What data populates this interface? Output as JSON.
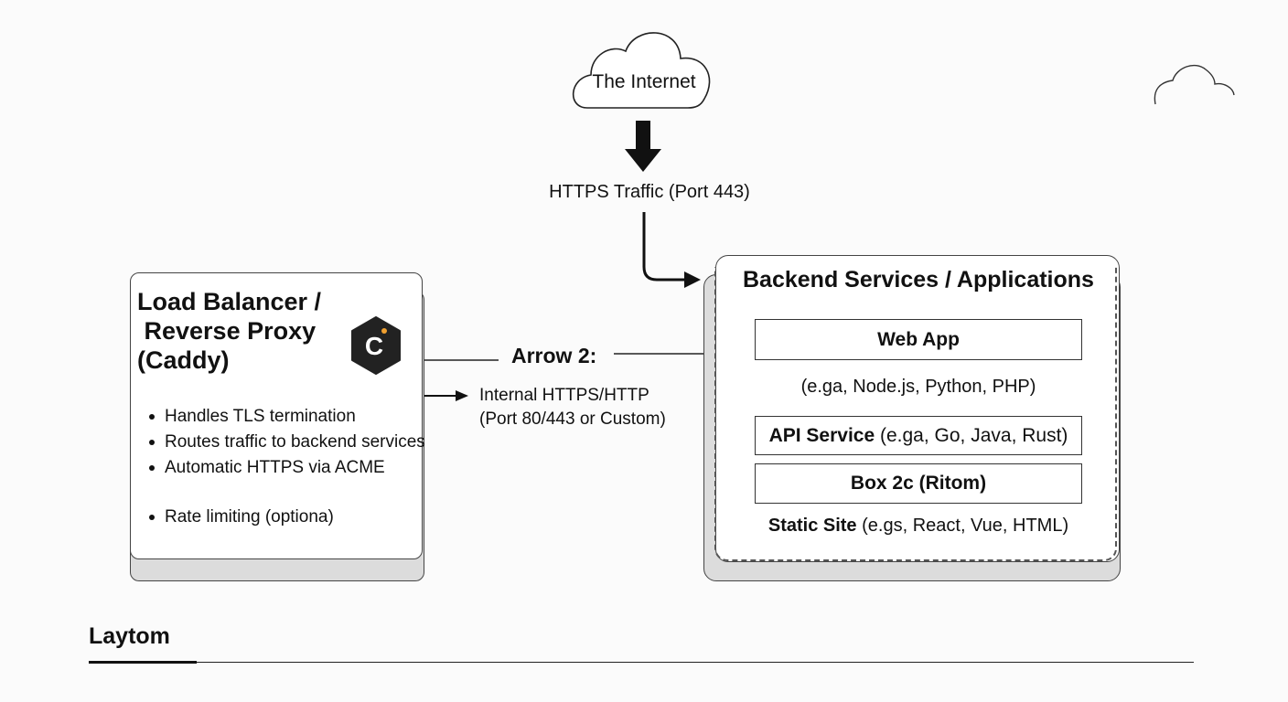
{
  "internet": {
    "label": "The Internet"
  },
  "traffic": {
    "label": "HTTPS Traffic (Port 443)"
  },
  "load_balancer": {
    "title_lines": [
      "Load Balancer /",
      " Reverse Proxy",
      "(Caddy)"
    ],
    "logo_letter": "C",
    "bullets": [
      "Handles TLS termination",
      "Routes traffic to backend services",
      "Automatic HTTPS via ACME",
      "Rate limiting (optiona)"
    ]
  },
  "connector": {
    "arrow_label": "Arrow 2:",
    "internal_lines": [
      "Internal HTTPS/HTTP",
      "(Port 80/443 or Custom)"
    ]
  },
  "backend": {
    "title": "Backend Services / Applications",
    "web_app": "Web App",
    "web_app_examples": "(e.ga, Node.js, Python, PHP)",
    "api_service_bold": "API Service",
    "api_service_rest": " (e.ga, Go, Java, Rust)",
    "box_2c": "Box 2c (Ritom)",
    "static_site_bold": "Static Site",
    "static_site_rest": " (e.gs, React, Vue, HTML)"
  },
  "footer": {
    "title": "Laytom"
  },
  "colors": {
    "logo_bg": "#222222",
    "logo_dot": "#f0a030",
    "shadow": "#dcdcdc"
  }
}
